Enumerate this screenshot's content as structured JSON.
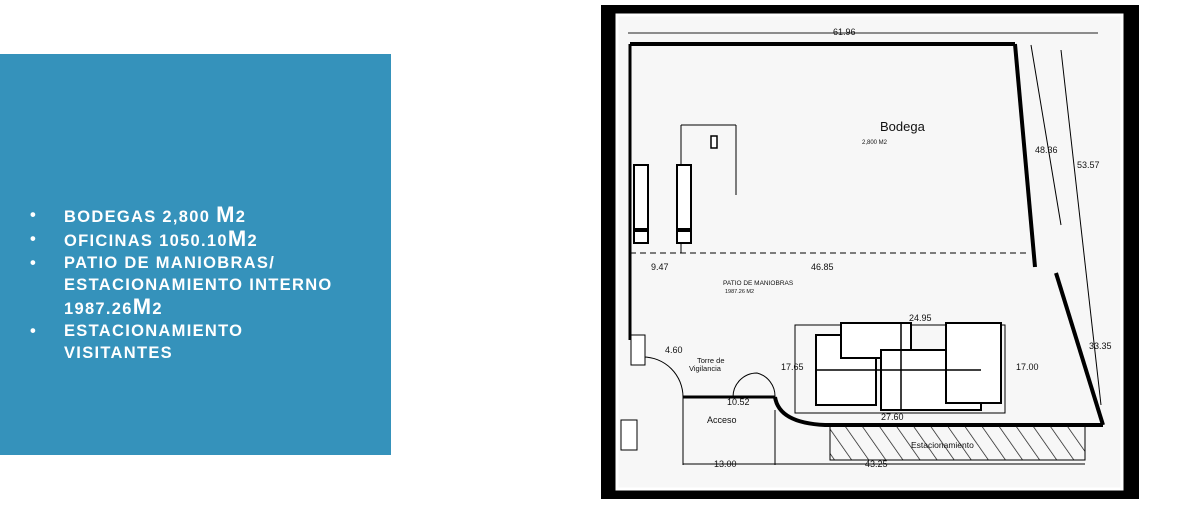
{
  "slide": {
    "bullets": [
      {
        "text": "BODEGAS 2,800 ",
        "unit": "M",
        "sup": "2"
      },
      {
        "text": "OFICINAS 1050.10",
        "unit": "M",
        "sup": "2"
      },
      {
        "text": "PATIO DE MANIOBRAS/ ESTACIONAMIENTO INTERNO 1987.26",
        "unit": "M",
        "sup": "2"
      },
      {
        "text": "ESTACIONAMIENTO VISITANTES",
        "unit": "",
        "sup": ""
      }
    ],
    "panel_color": "#3592bb"
  },
  "plan": {
    "bodega_label": "Bodega",
    "bodega_area": "2,800 M2",
    "patio_label": "PATIO DE MANIOBRAS",
    "patio_area": "1987.26 M2",
    "torre_line1": "Torre de",
    "torre_line2": "Vigilancia",
    "acceso": "Acceso",
    "estacionamiento": "Estacionamiento",
    "dims": {
      "top": "61.96",
      "right_inner": "48.36",
      "right_outer": "53.57",
      "patio_left": "9.47",
      "patio_right": "46.85",
      "office_top": "24.95",
      "gate": "4.60",
      "office_left": "17.65",
      "office_right": "17.00",
      "right_lower": "33.35",
      "access_width": "10.52",
      "office_bottom": "27.60",
      "bottom_left": "13.00",
      "bottom_right": "43.25"
    }
  }
}
